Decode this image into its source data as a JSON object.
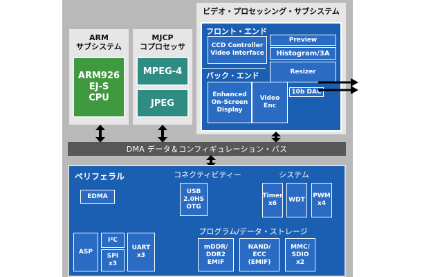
{
  "arm": {
    "title": "ARM\nサブシステム",
    "cpu": "ARM926\nEJ-S\nCPU"
  },
  "mjcp": {
    "title": "MJCP\nコプロセッサ",
    "mpeg4": "MPEG-4",
    "jpeg": "JPEG"
  },
  "vpss": {
    "title": "ビデオ・プロセッシング・サブシステム",
    "frontend": {
      "label": "フロント・エンド",
      "ccd": "CCD Controller\nVideo Interface",
      "preview": "Preview",
      "histogram": "Histogram/3A",
      "resizer": "Resizer"
    },
    "backend": {
      "label": "バック・エンド",
      "osd": "Enhanced\nOn-Screen\nDisplay",
      "venc": "Video\nEnc",
      "dac": "10b DAC"
    }
  },
  "dma_bus": "DMA データ＆コンフィギュレーション・バス",
  "peripherals": {
    "label": "ペリフェラル",
    "connectivity": "コネクティビティー",
    "system": "システム",
    "storage": "プログラム/データ・ストレージ",
    "edma": "EDMA",
    "usb": "USB\n2.0HS\nOTG",
    "timer": "Timer\nx6",
    "wdt": "WDT",
    "pwm": "PWM\nx4",
    "asp": "ASP",
    "i2c": "I²C",
    "spi": "SPI\nx3",
    "uart": "UART\nx3",
    "mddr": "mDDR/\nDDR2\nEMIF",
    "nand": "NAND/\nECC\n(EMIF)",
    "mmc": "MMC/\nSDIO\nx2"
  }
}
